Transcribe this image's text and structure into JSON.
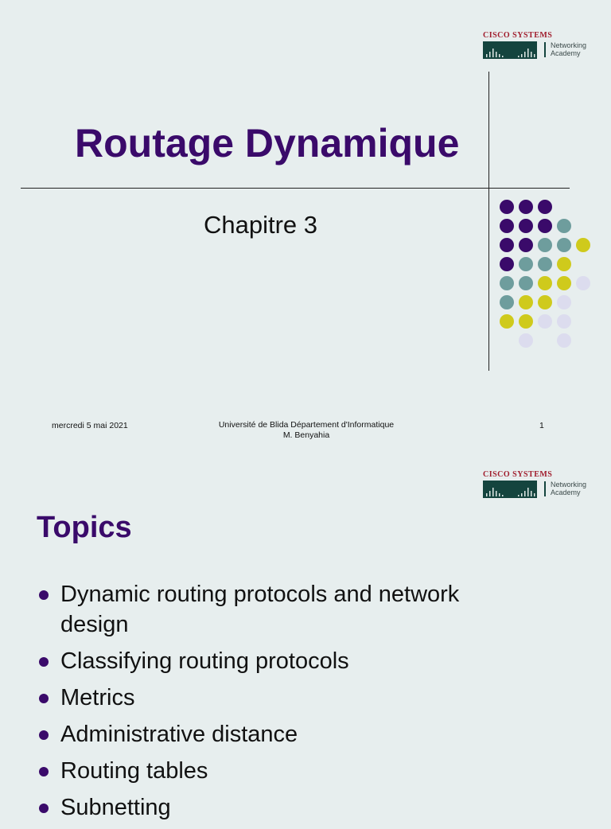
{
  "colors": {
    "title": "#3a0a6a",
    "background": "#e7eeee",
    "purple": "#3a0a6a",
    "teal": "#6e9d9d",
    "yellow": "#cfca1c",
    "lavender": "#dcdcee",
    "logo_red": "#a01c2c",
    "logo_green": "#14443e"
  },
  "logo": {
    "brand": "CISCO SYSTEMS",
    "line1": "Networking",
    "line2": "Academy"
  },
  "slide1": {
    "title": "Routage Dynamique",
    "subtitle": "Chapitre 3",
    "footer": {
      "date": "mercredi 5 mai 2021",
      "center_line1": "Université de Blida  Département d'Informatique",
      "center_line2": "M. Benyahia",
      "page": "1"
    },
    "dot_grid": [
      [
        "purple",
        "purple",
        "purple",
        "none",
        "none"
      ],
      [
        "purple",
        "purple",
        "purple",
        "teal",
        "none"
      ],
      [
        "purple",
        "purple",
        "teal",
        "teal",
        "yellow"
      ],
      [
        "purple",
        "teal",
        "teal",
        "yellow",
        "none"
      ],
      [
        "teal",
        "teal",
        "yellow",
        "yellow",
        "lavender"
      ],
      [
        "teal",
        "yellow",
        "yellow",
        "lavender",
        "none"
      ],
      [
        "yellow",
        "yellow",
        "lavender",
        "lavender",
        "none"
      ],
      [
        "none",
        "lavender",
        "none",
        "lavender",
        "none"
      ]
    ]
  },
  "slide2": {
    "title": "Topics",
    "bullets": [
      {
        "line1": "Dynamic routing protocols and network",
        "line2": "design"
      },
      {
        "line1": "Classifying routing protocols"
      },
      {
        "line1": "Metrics"
      },
      {
        "line1": "Administrative distance"
      },
      {
        "line1": "Routing tables"
      },
      {
        "line1": "Subnetting"
      }
    ]
  }
}
